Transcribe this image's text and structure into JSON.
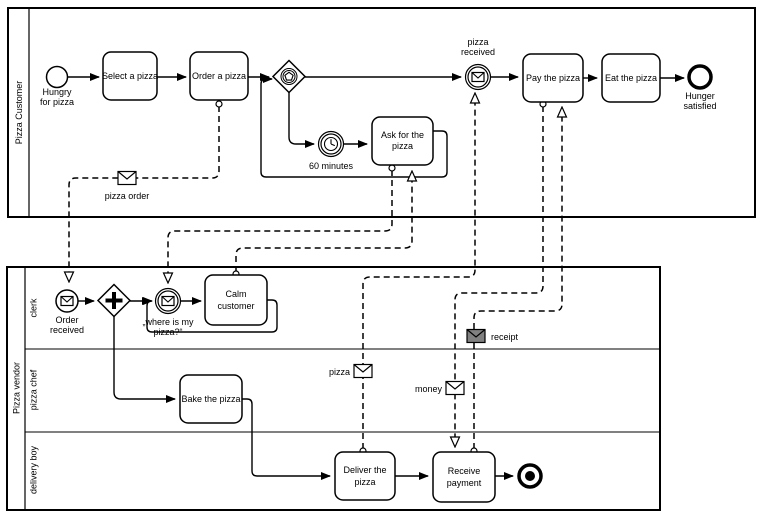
{
  "diagram": {
    "pools": {
      "customer": {
        "label": "Pizza Customer"
      },
      "vendor": {
        "label": "Pizza vendor",
        "lanes": {
          "clerk": "clerk",
          "chef": "pizza chef",
          "delivery": "delivery boy"
        }
      }
    },
    "tasks": {
      "select": "Select a pizza",
      "order": "Order a pizza",
      "ask1": "Ask for the",
      "ask2": "pizza",
      "pay": "Pay the pizza",
      "eat": "Eat the pizza",
      "calm1": "Calm",
      "calm2": "customer",
      "bake": "Bake the pizza",
      "deliver1": "Deliver the",
      "deliver2": "pizza",
      "receive1": "Receive",
      "receive2": "payment"
    },
    "events": {
      "hungry1": "Hungry",
      "hungry2": "for pizza",
      "timer": "60 minutes",
      "pizza_received1": "pizza",
      "pizza_received2": "received",
      "satisfied1": "Hunger",
      "satisfied2": "satisfied",
      "order_received1": "Order",
      "order_received2": "received",
      "where1": "„where is my",
      "where2": "pizza?“"
    },
    "messages": {
      "pizza_order": "pizza order",
      "pizza": "pizza",
      "money": "money",
      "receipt": "receipt"
    },
    "colors": {
      "stroke": "#000000",
      "fill": "#ffffff",
      "receipt_fill": "#808080",
      "background": "#ffffff"
    }
  }
}
